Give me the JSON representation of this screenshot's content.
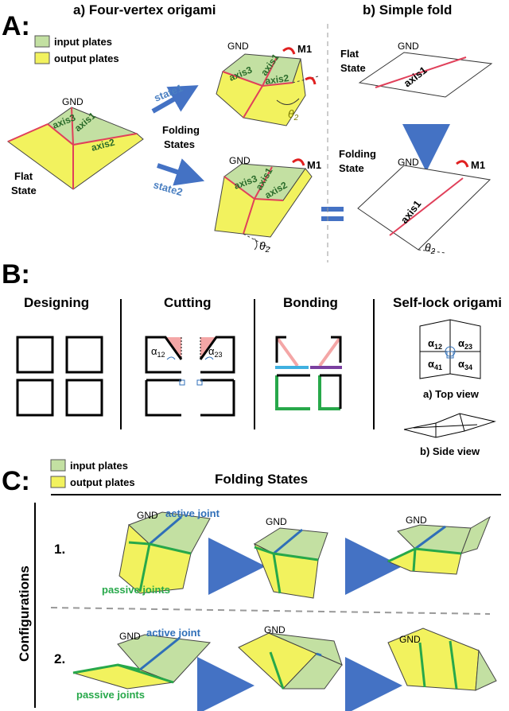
{
  "panel_a": {
    "letter": "A:",
    "title_a": "a) Four-vertex origami",
    "title_b": "b) Simple fold",
    "legend": {
      "input": "input plates",
      "output": "output plates"
    },
    "gnd": "GND",
    "axis1": "axis1",
    "axis2": "axis2",
    "axis3": "axis3",
    "flat_state": [
      "Flat",
      "State"
    ],
    "folding_states": [
      "Folding",
      "States"
    ],
    "folding_state": [
      "Folding",
      "State"
    ],
    "state1": "state1",
    "state2": "state2",
    "m1": "M1",
    "theta": "θ",
    "theta_sub": "2"
  },
  "panel_b": {
    "letter": "B:",
    "designing": "Designing",
    "cutting": "Cutting",
    "bonding": "Bonding",
    "self_lock": "Self-lock origami",
    "alpha": "α",
    "sub12": "12",
    "sub23": "23",
    "sub41": "41",
    "sub34": "34",
    "top_view": "a) Top view",
    "side_view": "b) Side view"
  },
  "panel_c": {
    "letter": "C:",
    "legend": {
      "input": "input plates",
      "output": "output plates"
    },
    "folding_states": "Folding States",
    "configurations": "Configurations",
    "row1": "1.",
    "row2": "2.",
    "active_joint": "active joint",
    "passive_joints": "passive joints",
    "gnd": "GND"
  },
  "colors": {
    "input_green": "#c3e0a2",
    "output_yellow": "#f2f25e",
    "axis_red": "#e0405a",
    "active_blue": "#2f6fb8",
    "passive_green": "#27a84a",
    "arrow_blue": "#4472c4",
    "state_blue": "#4a7fc1",
    "pink": "#f4a6a6",
    "purple": "#7a3fa0",
    "cyan": "#3fb0e0"
  }
}
